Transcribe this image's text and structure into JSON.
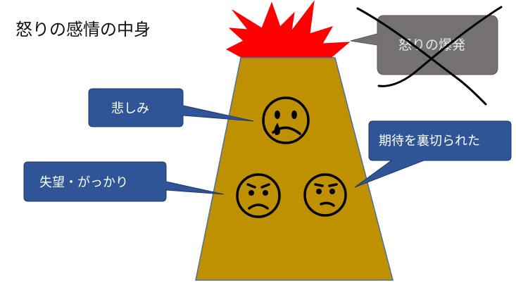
{
  "title": "怒りの感情の中身",
  "callouts": {
    "anger_outburst": "怒りの爆発",
    "sadness": "悲しみ",
    "disappointment": "失望・がっかり",
    "betrayed": "期待を裏切られた"
  },
  "colors": {
    "mountain": "#bf9000",
    "explosion": "#ff0000",
    "callout_fill": "#2f5597",
    "callout_border": "#1f3864",
    "crossed_callout_fill": "#767171"
  },
  "icons": {
    "sad_face": "crying-face-icon",
    "worried_face": "worried-face-icon",
    "confused_face": "confused-face-icon",
    "cross_out": "cross-out-mark"
  }
}
